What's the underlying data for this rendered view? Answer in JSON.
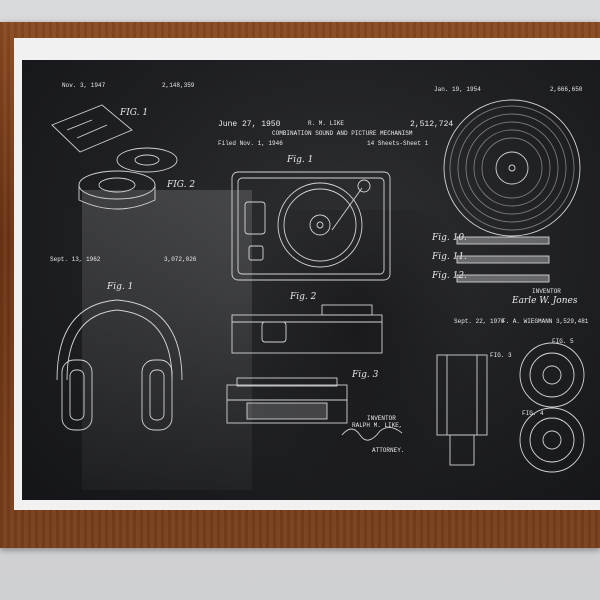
{
  "poster": {
    "center_patent": {
      "date": "June 27, 1950",
      "inventor_short": "R. M. LIKE",
      "number": "2,512,724",
      "title": "COMBINATION SOUND AND PICTURE MECHANISM",
      "filed": "Filed Nov. 1, 1946",
      "sheets": "14 Sheets-Sheet 1",
      "fig1": "Fig. 1",
      "fig2": "Fig. 2",
      "fig3": "Fig. 3",
      "inventor_label": "INVENTOR",
      "inventor_name": "RALPH M. LIKE,",
      "attorney": "ATTORNEY."
    },
    "top_left_patent": {
      "date": "Nov. 3, 1947",
      "number": "2,148,359",
      "fig1": "FIG. 1",
      "fig2": "FIG. 2"
    },
    "bottom_left_patent": {
      "date": "Sept. 13, 1962",
      "number": "3,072,026",
      "fig": "Fig. 1"
    },
    "top_right_patent": {
      "date": "Jan. 19, 1954",
      "number": "2,666,650",
      "fig10": "Fig. 10.",
      "fig11": "Fig. 11.",
      "fig12": "Fig. 12.",
      "inventor_label": "INVENTOR",
      "inventor_name": "Earle W. Jones"
    },
    "bottom_right_patent": {
      "date": "Sept. 22, 1970",
      "inventor_short": "F. A. WIEGMANN",
      "number": "3,529,481",
      "fig3": "FIG. 3",
      "fig4": "FIG. 4",
      "fig5": "FIG. 5"
    }
  },
  "colors": {
    "frame": "#6b3415",
    "mat": "#f1f1f1",
    "print_bg": "#1e1f22",
    "line_art": "#e8e8e8",
    "wall": "#d6d7d9"
  }
}
